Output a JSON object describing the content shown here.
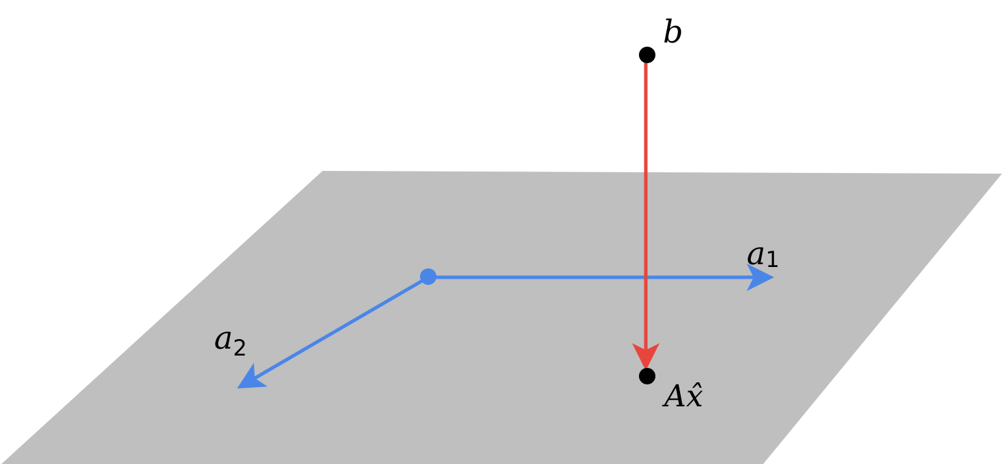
{
  "labels": {
    "b": "b",
    "a1_base": "a",
    "a1_sub": "1",
    "a2_base": "a",
    "a2_sub": "2",
    "ax_hat": "Ax̂"
  },
  "colors": {
    "plane": "#bfbfbf",
    "basis_vectors": "#4a86e8",
    "projection_line": "#e8453c",
    "points": "#000000"
  }
}
